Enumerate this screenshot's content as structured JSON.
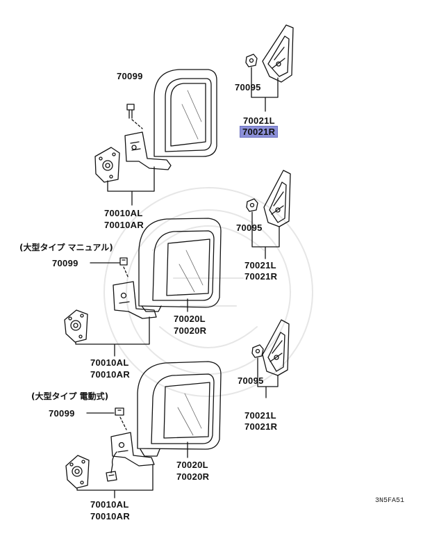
{
  "highlight_color": "#8c90d8",
  "top": {
    "bolt": "70099",
    "bracket_a": "70010AL",
    "bracket_b": "70010AR",
    "nut": "70095",
    "cover_a": "70021L",
    "cover_b": "70021R"
  },
  "middle": {
    "note": "(大型タイプ マニュアル)",
    "bolt": "70099",
    "mirror_a": "70020L",
    "mirror_b": "70020R",
    "bracket_a": "70010AL",
    "bracket_b": "70010AR",
    "nut": "70095",
    "cover_a": "70021L",
    "cover_b": "70021R"
  },
  "bottom": {
    "note": "(大型タイプ 電動式)",
    "bolt": "70099",
    "mirror_a": "70020L",
    "mirror_b": "70020R",
    "bracket_a": "70010AL",
    "bracket_b": "70010AR",
    "nut": "70095",
    "cover_a": "70021L",
    "cover_b": "70021R"
  },
  "diagram_code": "3N5FA51"
}
